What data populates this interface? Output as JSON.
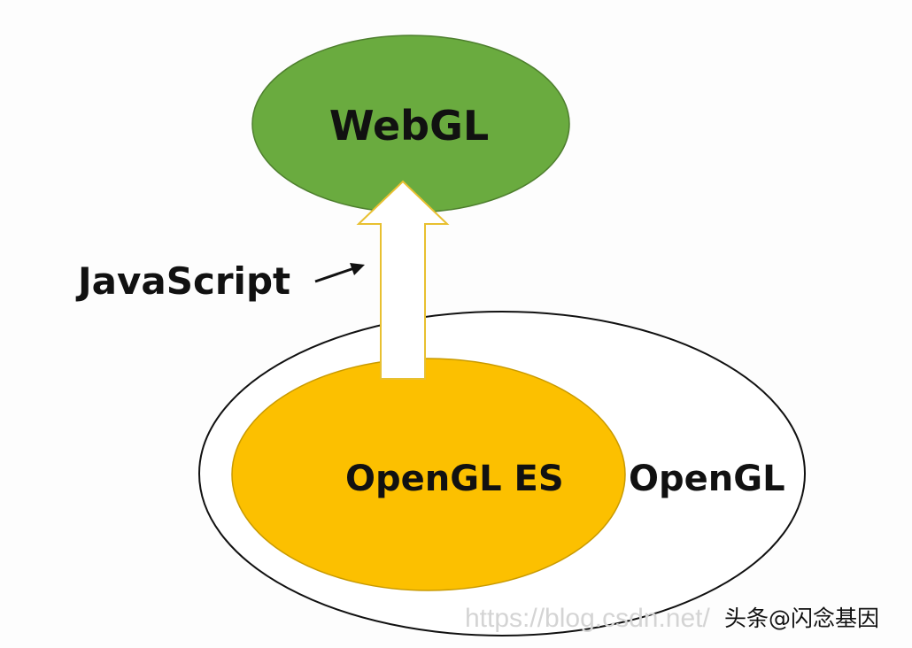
{
  "labels": {
    "webgl": "WebGL",
    "javascript": "JavaScript",
    "opengl_es": "OpenGL ES",
    "opengl": "OpenGL"
  },
  "watermark": {
    "url": "https://blog.csdn.net/",
    "credit": "头条@闪念基因"
  },
  "colors": {
    "webgl": "#6aab3f",
    "opengl_es": "#fcc000",
    "opengl": "#ffffff",
    "arrow_outline": "#e8c030"
  }
}
